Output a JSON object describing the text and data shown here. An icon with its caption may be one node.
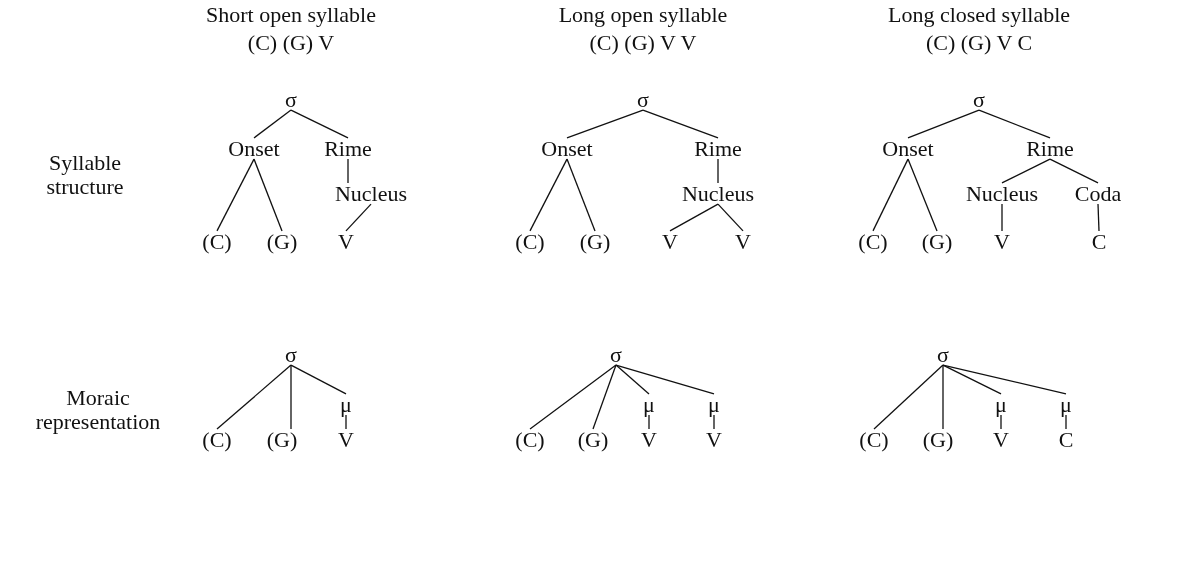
{
  "diagram": {
    "nodes": [
      {
        "text": [
          "σ"
        ]
      },
      {
        "text": [
          "Onset"
        ]
      },
      {
        "text": [
          "Rime"
        ]
      },
      {
        "text": [
          "Nucleus"
        ]
      },
      {
        "text": [
          "(C)"
        ]
      },
      {
        "text": [
          "(G)"
        ]
      },
      {
        "text": [
          "V"
        ]
      },
      {
        "text": [
          "σ"
        ]
      },
      {
        "text": [
          "Onset"
        ]
      },
      {
        "text": [
          "Rime"
        ]
      },
      {
        "text": [
          "Nucleus"
        ]
      },
      {
        "text": [
          "(C)"
        ]
      },
      {
        "text": [
          "(G)"
        ]
      },
      {
        "text": [
          "V"
        ]
      },
      {
        "text": [
          "V"
        ]
      },
      {
        "text": [
          "σ"
        ]
      },
      {
        "text": [
          "Onset"
        ]
      },
      {
        "text": [
          "Rime"
        ]
      },
      {
        "text": [
          "Nucleus"
        ]
      },
      {
        "text": [
          "Coda"
        ]
      },
      {
        "text": [
          "(C)"
        ]
      },
      {
        "text": [
          "(G)"
        ]
      },
      {
        "text": [
          "V"
        ]
      },
      {
        "text": [
          "C"
        ]
      },
      {
        "text": [
          "σ"
        ]
      },
      {
        "text": [
          "μ"
        ]
      },
      {
        "text": [
          "(C)"
        ]
      },
      {
        "text": [
          "(G)"
        ]
      },
      {
        "text": [
          "V"
        ]
      },
      {
        "text": [
          "σ"
        ]
      },
      {
        "text": [
          "μ"
        ]
      },
      {
        "text": [
          "μ"
        ]
      },
      {
        "text": [
          "(C)"
        ]
      },
      {
        "text": [
          "(G)"
        ]
      },
      {
        "text": [
          "V"
        ]
      },
      {
        "text": [
          "V"
        ]
      },
      {
        "text": [
          "σ"
        ]
      },
      {
        "text": [
          "μ"
        ]
      },
      {
        "text": [
          "μ"
        ]
      },
      {
        "text": [
          "(C)"
        ]
      },
      {
        "text": [
          "(G)"
        ]
      },
      {
        "text": [
          "V"
        ]
      },
      {
        "text": [
          "C"
        ]
      }
    ],
    "edges": [
      {
        "from": 0,
        "to": 1,
        "arrow": "none"
      },
      {
        "from": 0,
        "to": 2,
        "arrow": "none"
      },
      {
        "from": 1,
        "to": 4,
        "arrow": "none"
      },
      {
        "from": 1,
        "to": 5,
        "arrow": "none"
      },
      {
        "from": 2,
        "to": 3,
        "arrow": "none"
      },
      {
        "from": 3,
        "to": 6,
        "arrow": "none"
      },
      {
        "from": 7,
        "to": 8,
        "arrow": "none"
      },
      {
        "from": 7,
        "to": 9,
        "arrow": "none"
      },
      {
        "from": 8,
        "to": 11,
        "arrow": "none"
      },
      {
        "from": 8,
        "to": 12,
        "arrow": "none"
      },
      {
        "from": 9,
        "to": 10,
        "arrow": "none"
      },
      {
        "from": 10,
        "to": 13,
        "arrow": "none"
      },
      {
        "from": 10,
        "to": 14,
        "arrow": "none"
      },
      {
        "from": 15,
        "to": 16,
        "arrow": "none"
      },
      {
        "from": 15,
        "to": 17,
        "arrow": "none"
      },
      {
        "from": 16,
        "to": 20,
        "arrow": "none"
      },
      {
        "from": 16,
        "to": 21,
        "arrow": "none"
      },
      {
        "from": 17,
        "to": 18,
        "arrow": "none"
      },
      {
        "from": 17,
        "to": 19,
        "arrow": "none"
      },
      {
        "from": 18,
        "to": 22,
        "arrow": "none"
      },
      {
        "from": 19,
        "to": 23,
        "arrow": "none"
      },
      {
        "from": 24,
        "to": 26,
        "arrow": "none"
      },
      {
        "from": 24,
        "to": 27,
        "arrow": "none"
      },
      {
        "from": 24,
        "to": 25,
        "arrow": "none"
      },
      {
        "from": 25,
        "to": 28,
        "arrow": "none"
      },
      {
        "from": 29,
        "to": 32,
        "arrow": "none"
      },
      {
        "from": 29,
        "to": 33,
        "arrow": "none"
      },
      {
        "from": 29,
        "to": 30,
        "arrow": "none"
      },
      {
        "from": 29,
        "to": 31,
        "arrow": "none"
      },
      {
        "from": 30,
        "to": 34,
        "arrow": "none"
      },
      {
        "from": 31,
        "to": 35,
        "arrow": "none"
      },
      {
        "from": 36,
        "to": 39,
        "arrow": "none"
      },
      {
        "from": 36,
        "to": 40,
        "arrow": "none"
      },
      {
        "from": 36,
        "to": 37,
        "arrow": "none"
      },
      {
        "from": 36,
        "to": 38,
        "arrow": "none"
      },
      {
        "from": 37,
        "to": 41,
        "arrow": "none"
      },
      {
        "from": 38,
        "to": 42,
        "arrow": "none"
      }
    ],
    "labels": [
      "Short open syllable",
      "Long open syllable",
      "Long closed syllable",
      "(C) (G) V",
      "(C) (G) V V",
      "(C) (G) V C",
      "Syllable structure",
      "Moraic representation"
    ]
  }
}
